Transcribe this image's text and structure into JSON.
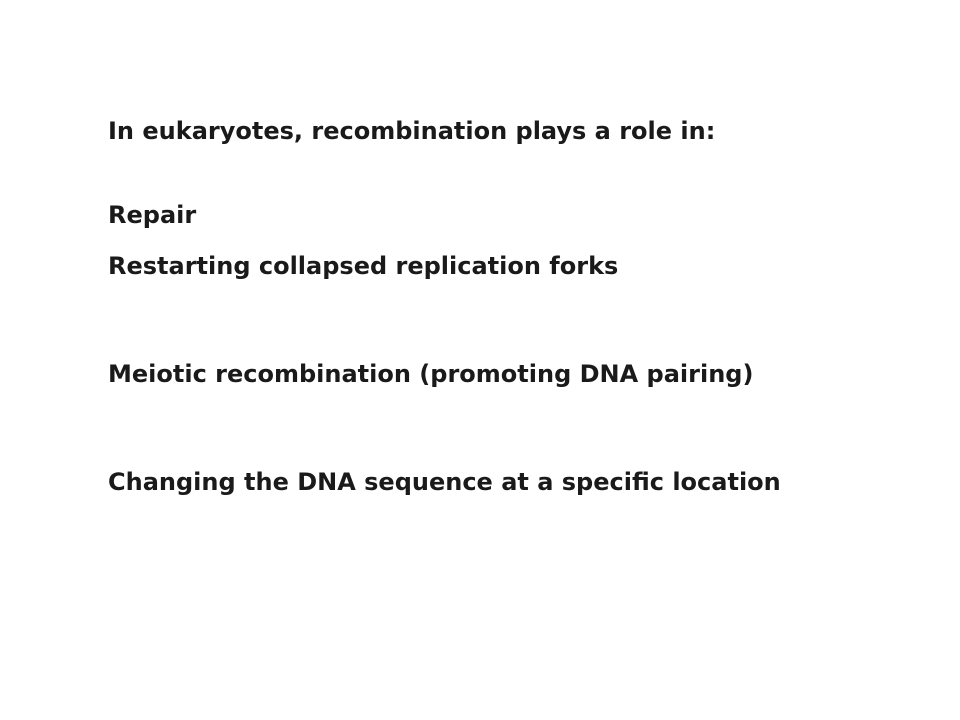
{
  "slide": {
    "heading": "In eukaryotes, recombination plays a role in:",
    "items": [
      "Repair",
      "Restarting collapsed replication forks",
      "Meiotic recombination (promoting DNA pairing)",
      "Changing the DNA sequence at a specific location"
    ]
  }
}
